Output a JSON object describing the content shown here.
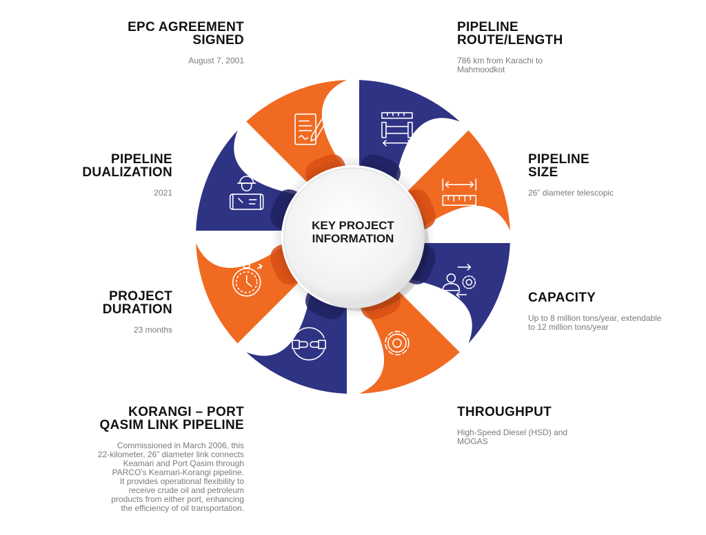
{
  "center": {
    "title": "KEY PROJECT\nINFORMATION"
  },
  "items": [
    {
      "title": "EPC AGREEMENT\nSIGNED",
      "desc": "August 7, 2001",
      "icon": "contract-icon",
      "color": "#f06a22"
    },
    {
      "title": "PIPELINE\nROUTE/LENGTH",
      "desc": "786 km from Karachi to\nMahmoodkot",
      "icon": "pipeline-ruler-icon",
      "color": "#2e3384"
    },
    {
      "title": "PIPELINE\nSIZE",
      "desc": "26” diameter telescopic",
      "icon": "ruler-measure-icon",
      "color": "#f06a22"
    },
    {
      "title": "CAPACITY",
      "desc": "Up to 8 million tons/year, extendable\nto 12 million tons/year",
      "icon": "user-gear-icon",
      "color": "#2e3384"
    },
    {
      "title": "THROUGHPUT",
      "desc": "High-Speed Diesel (HSD) and\nMOGAS",
      "icon": "gear-icon",
      "color": "#f06a22"
    },
    {
      "title": "KORANGI – PORT\nQASIM LINK PIPELINE",
      "desc": "Commissioned in March 2006, this\n22-kilometer, 26” diameter link connects\nKeamari and Port Qasim through\nPARCO's Keamari-Korangi pipeline.\nIt provides operational flexibility to\nreceive crude oil and petroleum\nproducts from either port, enhancing\nthe efficiency of oil transportation.",
      "icon": "handshake-icon",
      "color": "#2e3384"
    },
    {
      "title": "PROJECT\nDURATION",
      "desc": "23 months",
      "icon": "stopwatch-icon",
      "color": "#f06a22"
    },
    {
      "title": "PIPELINE\nDUALIZATION",
      "desc": "2021",
      "icon": "engineer-icon",
      "color": "#2e3384"
    }
  ]
}
